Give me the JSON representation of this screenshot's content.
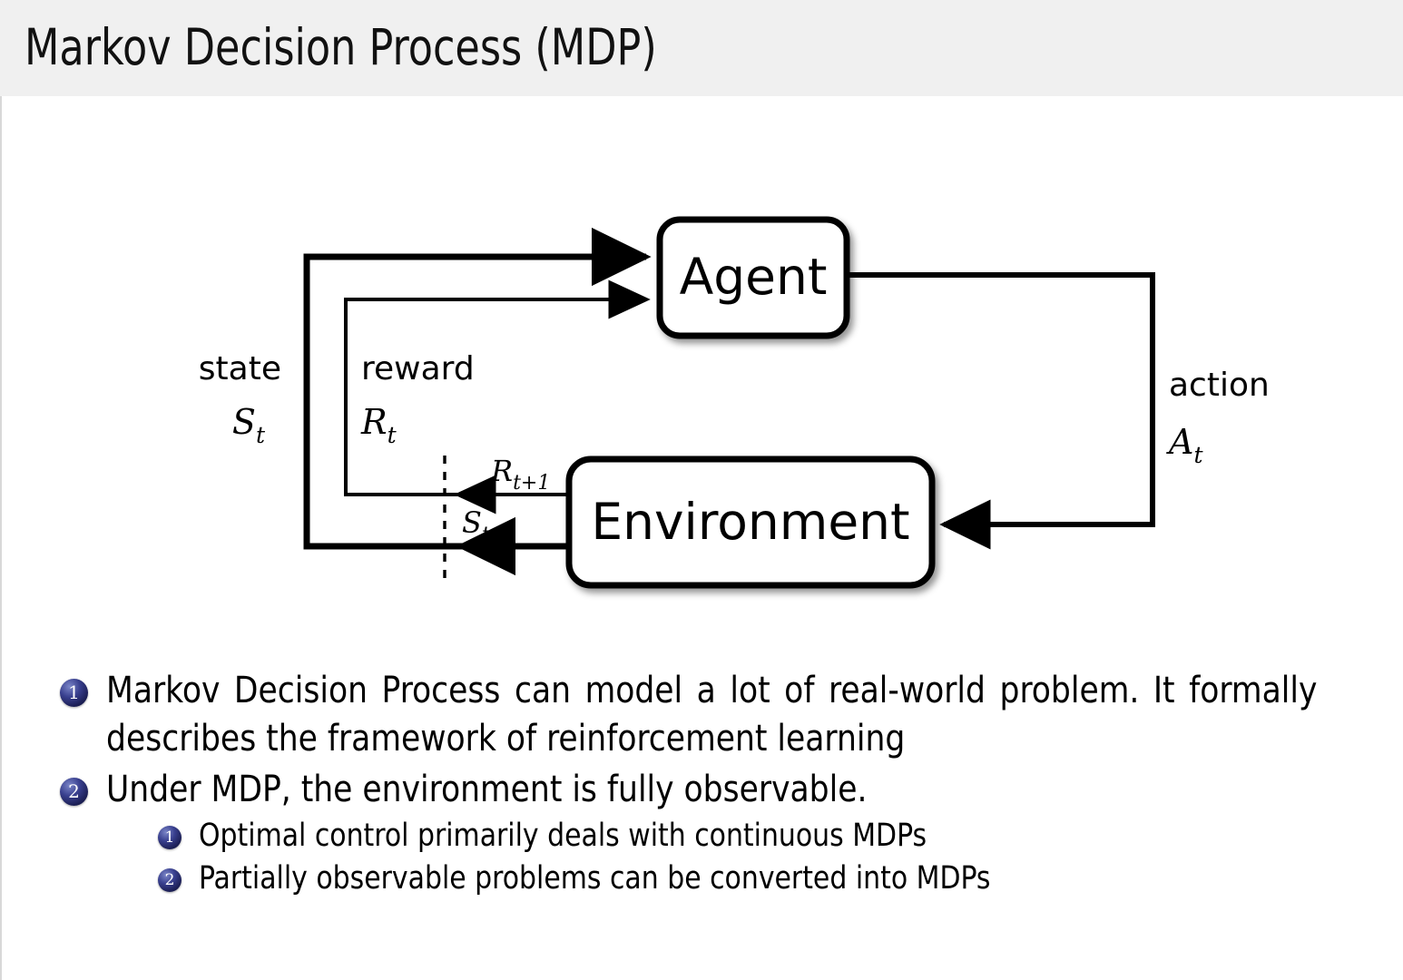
{
  "slide": {
    "title": "Markov Decision Process (MDP)",
    "background_color": "#ffffff",
    "title_bar_color": "#f0f0f0",
    "bullet_accent_color": "#2a2f7a"
  },
  "diagram": {
    "name": "agent-environment-interaction-loop",
    "nodes": {
      "agent": "Agent",
      "environment": "Environment"
    },
    "edge_labels": {
      "state_word": "state",
      "state_symbol": "S",
      "state_subscript": "t",
      "reward_word": "reward",
      "reward_symbol": "R",
      "reward_subscript": "t",
      "action_word": "action",
      "action_symbol": "A",
      "action_subscript": "t",
      "next_reward_symbol": "R",
      "next_reward_subscript": "t+1",
      "next_state_symbol": "S",
      "next_state_subscript": "t+1"
    }
  },
  "bullets": [
    {
      "level": 1,
      "number": "1",
      "text": "Markov Decision Process can model a lot of real-world problem. It formally describes the framework of reinforcement learning"
    },
    {
      "level": 1,
      "number": "2",
      "text": "Under MDP, the environment is fully observable."
    },
    {
      "level": 2,
      "number": "1",
      "text": "Optimal control primarily deals with continuous MDPs"
    },
    {
      "level": 2,
      "number": "2",
      "text": "Partially observable problems can be converted into MDPs"
    }
  ]
}
